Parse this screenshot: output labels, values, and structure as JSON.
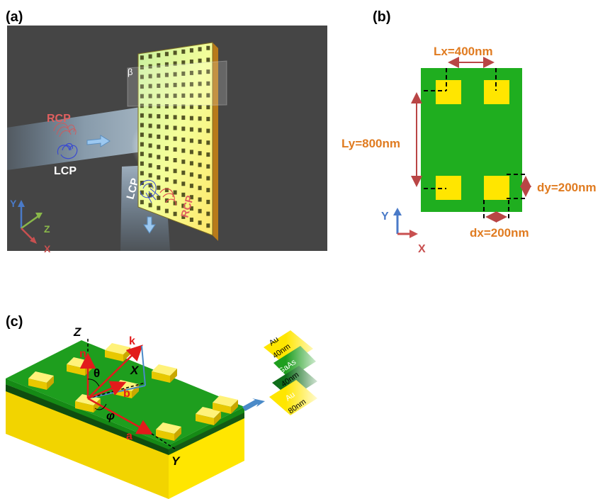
{
  "panels": {
    "a": {
      "label": "(a)",
      "beta": "β",
      "rcp_in": "RCP",
      "lcp_in": "LCP",
      "lcp_out": "LCP",
      "rcp_out": "RCP",
      "axes": {
        "y": "Y",
        "z": "Z",
        "x": "X"
      }
    },
    "b": {
      "label": "(b)",
      "lx": "Lx=400nm",
      "ly": "Ly=800nm",
      "dy": "dy=200nm",
      "dx": "dx=200nm",
      "axes": {
        "y": "Y",
        "x": "X"
      }
    },
    "c": {
      "label": "(c)",
      "z": "Z",
      "k": "k",
      "n": "n",
      "theta": "θ",
      "x": "X",
      "b": "b",
      "phi": "φ",
      "a": "a",
      "y": "Y",
      "layers": [
        {
          "material": "Au",
          "thickness": "40nm"
        },
        {
          "material": "GaAs",
          "thickness": "40nm"
        },
        {
          "material": "Au",
          "thickness": "80nm"
        }
      ]
    }
  },
  "colors": {
    "gold": "#ffe600",
    "green": "#1a9a1a",
    "dark_green": "#0f4d0f",
    "orange_label": "#e07b20",
    "red_arrow": "#b94545",
    "dark_bg": "#454545"
  }
}
